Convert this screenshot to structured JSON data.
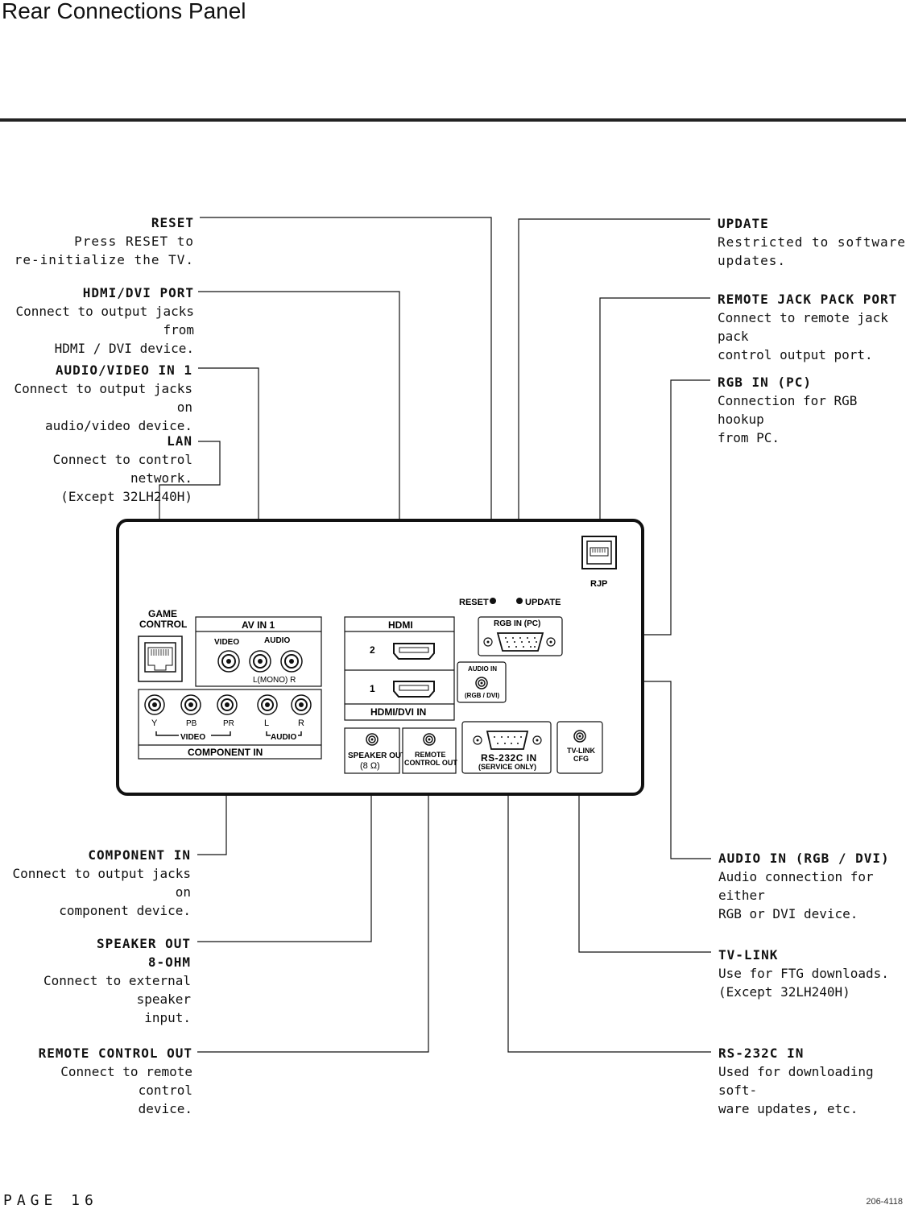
{
  "page": {
    "title": "Rear Connections Panel",
    "page_number": "PAGE 16",
    "doc_code": "206-4118"
  },
  "callouts": {
    "reset": {
      "title": "RESET",
      "desc": "Press RESET to\nre-initialize the TV."
    },
    "hdmi_dvi_port": {
      "title": "HDMI/DVI PORT",
      "desc": "Connect to output jacks from\nHDMI / DVI device."
    },
    "av_in_1": {
      "title": "AUDIO/VIDEO IN 1",
      "desc": "Connect to output jacks on\naudio/video device."
    },
    "lan": {
      "title": "LAN",
      "desc": "Connect to control network.\n(Except 32LH240H)"
    },
    "component_in": {
      "title": "COMPONENT IN",
      "desc": "Connect to output jacks on\ncomponent device."
    },
    "speaker_out": {
      "title": "SPEAKER OUT\n8-OHM",
      "desc": "Connect to external speaker\ninput."
    },
    "remote_control_out": {
      "title": "REMOTE CONTROL OUT",
      "desc": "Connect to remote control\ndevice."
    },
    "update": {
      "title": "UPDATE",
      "desc": "Restricted to software\nupdates."
    },
    "remote_jack_pack": {
      "title": "REMOTE JACK PACK PORT",
      "desc": "Connect to remote jack pack\ncontrol output port."
    },
    "rgb_in_pc": {
      "title": "RGB IN (PC)",
      "desc": "Connection for RGB hookup\nfrom PC."
    },
    "audio_in_rgb_dvi": {
      "title": "AUDIO IN (RGB / DVI)",
      "desc": "Audio connection for either\nRGB or DVI device."
    },
    "tv_link": {
      "title": "TV-LINK",
      "desc": "Use for FTG downloads.\n(Except 32LH240H)"
    },
    "rs232c_in": {
      "title": "RS-232C IN",
      "desc": "Used for downloading soft-\nware updates, etc."
    }
  },
  "panel": {
    "rjp": "RJP",
    "reset": "RESET",
    "update": "UPDATE",
    "game_control_1": "GAME",
    "game_control_2": "CONTROL",
    "av_in_1": "AV IN 1",
    "video": "VIDEO",
    "audio": "AUDIO",
    "mono": "L(MONO)  R",
    "hdmi": "HDMI",
    "hdmi_2": "2",
    "hdmi_1": "1",
    "hdmi_dvi_in": "HDMI/DVI IN",
    "rgb_in_pc": "RGB IN (PC)",
    "audio_in": "AUDIO IN",
    "rgb_dvi": "(RGB / DVI)",
    "comp_y": "Y",
    "comp_pb": "PB",
    "comp_pr": "PR",
    "comp_l": "L",
    "comp_r": "R",
    "comp_video": "VIDEO",
    "comp_audio": "AUDIO",
    "component_in": "COMPONENT IN",
    "speaker_out": "SPEAKER OUT",
    "speaker_ohm": "(8 Ω)",
    "remote": "REMOTE",
    "control_out": "CONTROL OUT",
    "rs232c_in": "RS-232C IN",
    "service_only": "(SERVICE ONLY)",
    "tv_link": "TV-LINK",
    "cfg": "CFG"
  }
}
